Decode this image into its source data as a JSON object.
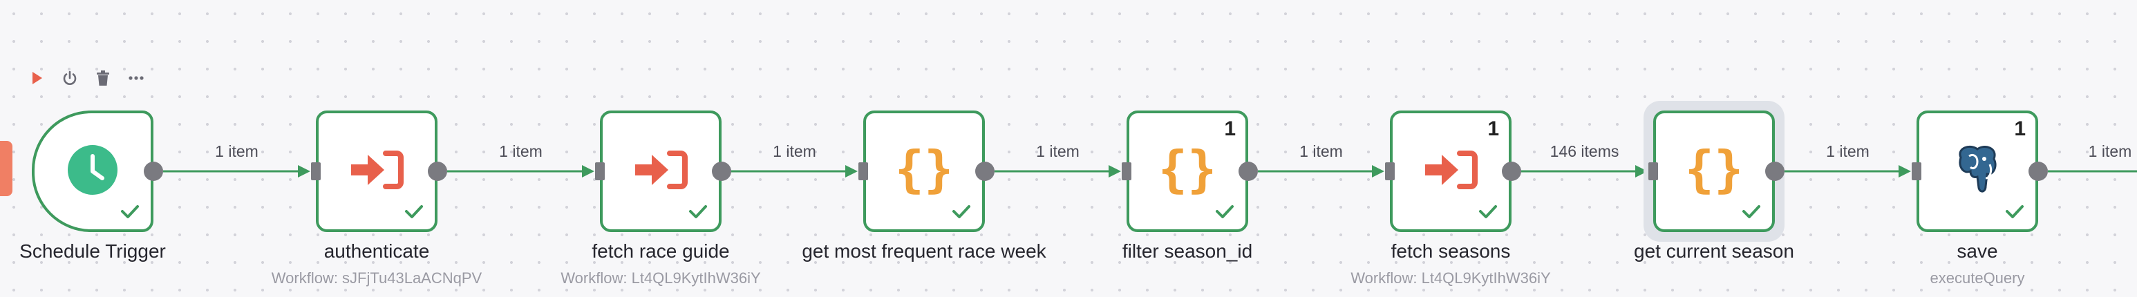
{
  "toolbar": [
    {
      "name": "execute-node-icon",
      "color": "#e8604b"
    },
    {
      "name": "deactivate-power-icon",
      "color": "#6b6b75"
    },
    {
      "name": "delete-trash-icon",
      "color": "#6b6b75"
    },
    {
      "name": "more-options-icon",
      "color": "#6b6b75"
    }
  ],
  "colors": {
    "success": "#3e9a5d",
    "edge": "#3e9a5d",
    "port": "#7a7a80",
    "orange_icon": "#f0a139",
    "red_icon": "#e8604b",
    "trigger_icon": "#3cbb8a"
  },
  "nodes": [
    {
      "id": "schedule-trigger",
      "title": "Schedule Trigger",
      "subtitle": "",
      "badge": "",
      "icon": "clock-icon",
      "status": "success"
    },
    {
      "id": "authenticate",
      "title": "authenticate",
      "subtitle": "Workflow: sJFjTu43LaACNqPV",
      "badge": "",
      "icon": "execute-workflow-icon",
      "status": "success"
    },
    {
      "id": "fetch-race-guide",
      "title": "fetch race guide",
      "subtitle": "Workflow: Lt4QL9KytIhW36iY",
      "badge": "",
      "icon": "execute-workflow-icon",
      "status": "success"
    },
    {
      "id": "get-most-frequent-race-week",
      "title": "get most frequent race week",
      "subtitle": "",
      "badge": "",
      "icon": "code-braces-icon",
      "status": "success"
    },
    {
      "id": "filter-season-id",
      "title": "filter season_id",
      "subtitle": "",
      "badge": "1",
      "icon": "code-braces-icon",
      "status": "success"
    },
    {
      "id": "fetch-seasons",
      "title": "fetch seasons",
      "subtitle": "Workflow: Lt4QL9KytIhW36iY",
      "badge": "1",
      "icon": "execute-workflow-icon",
      "status": "success"
    },
    {
      "id": "get-current-season",
      "title": "get current season",
      "subtitle": "",
      "badge": "",
      "icon": "code-braces-icon",
      "status": "success"
    },
    {
      "id": "save",
      "title": "save",
      "subtitle": "executeQuery",
      "badge": "1",
      "icon": "postgres-elephant-icon",
      "status": "success"
    }
  ],
  "edges": [
    {
      "from": "schedule-trigger",
      "to": "authenticate",
      "label": "1 item"
    },
    {
      "from": "authenticate",
      "to": "fetch-race-guide",
      "label": "1 item"
    },
    {
      "from": "fetch-race-guide",
      "to": "get-most-frequent-race-week",
      "label": "1 item"
    },
    {
      "from": "get-most-frequent-race-week",
      "to": "filter-season-id",
      "label": "1 item"
    },
    {
      "from": "filter-season-id",
      "to": "fetch-seasons",
      "label": "1 item"
    },
    {
      "from": "fetch-seasons",
      "to": "get-current-season",
      "label": "146 items"
    },
    {
      "from": "get-current-season",
      "to": "save",
      "label": "1 item"
    },
    {
      "from": "save",
      "to": "",
      "label": "1 item"
    }
  ]
}
